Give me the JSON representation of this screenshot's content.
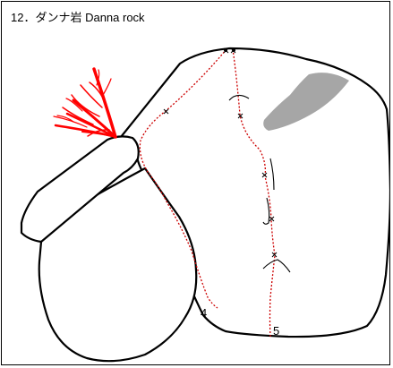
{
  "title": "12．ダンナ岩  Danna rock",
  "colors": {
    "outline": "#000000",
    "route": "#cc0000",
    "tree": "#ff0000",
    "shade": "#a6a6a6"
  },
  "routes": [
    {
      "number": "4"
    },
    {
      "number": "5"
    }
  ],
  "icons": [
    "tree-icon",
    "bolt-icon",
    "anchor-icon",
    "overhang-icon"
  ]
}
